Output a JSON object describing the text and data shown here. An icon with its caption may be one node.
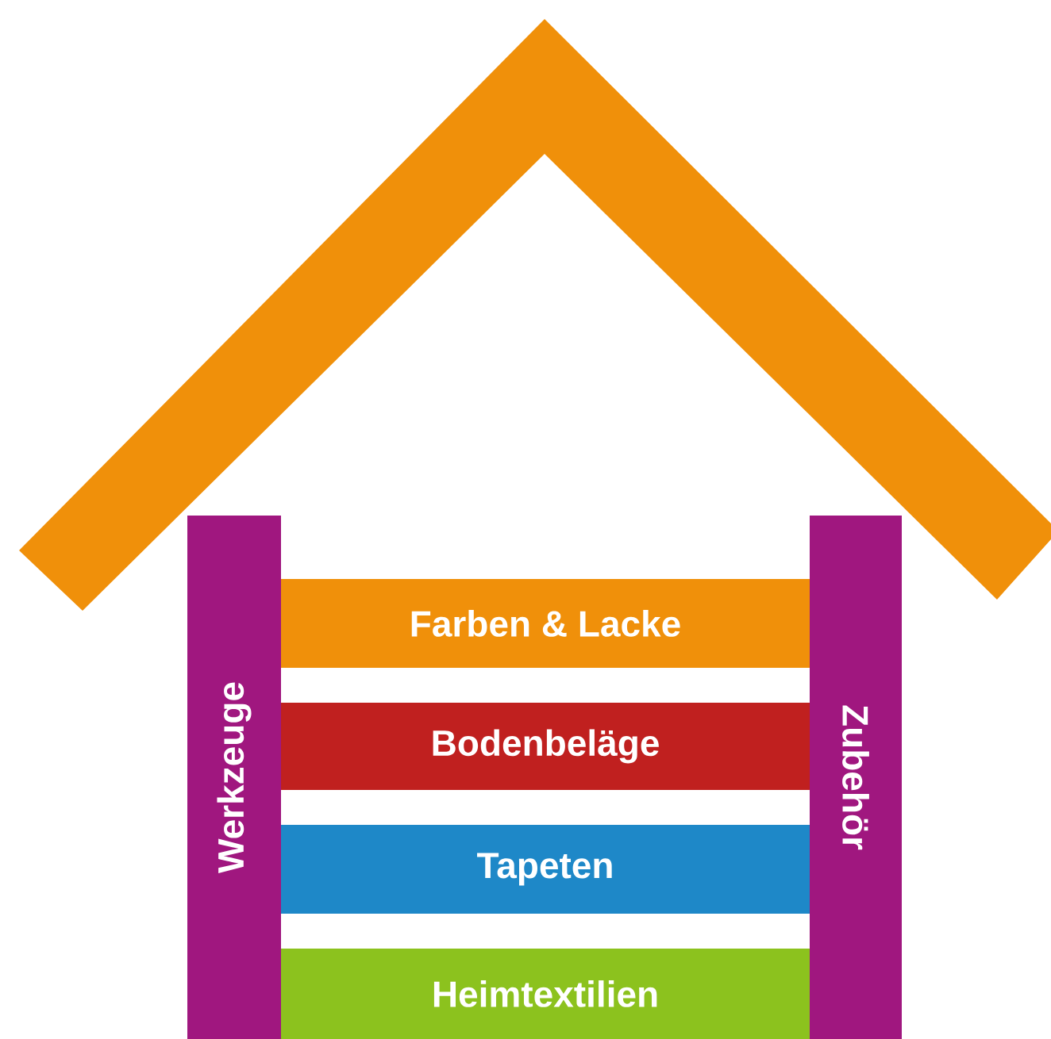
{
  "diagram": {
    "nodes": [
      {
        "text": [
          "Werkzeuge"
        ]
      },
      {
        "text": [
          "Farben & Lacke"
        ]
      },
      {
        "text": [
          "Bodenbeläge"
        ]
      },
      {
        "text": [
          "Tapeten"
        ]
      },
      {
        "text": [
          "Heimtextilien"
        ]
      },
      {
        "text": [
          "Zubehör"
        ]
      }
    ]
  }
}
